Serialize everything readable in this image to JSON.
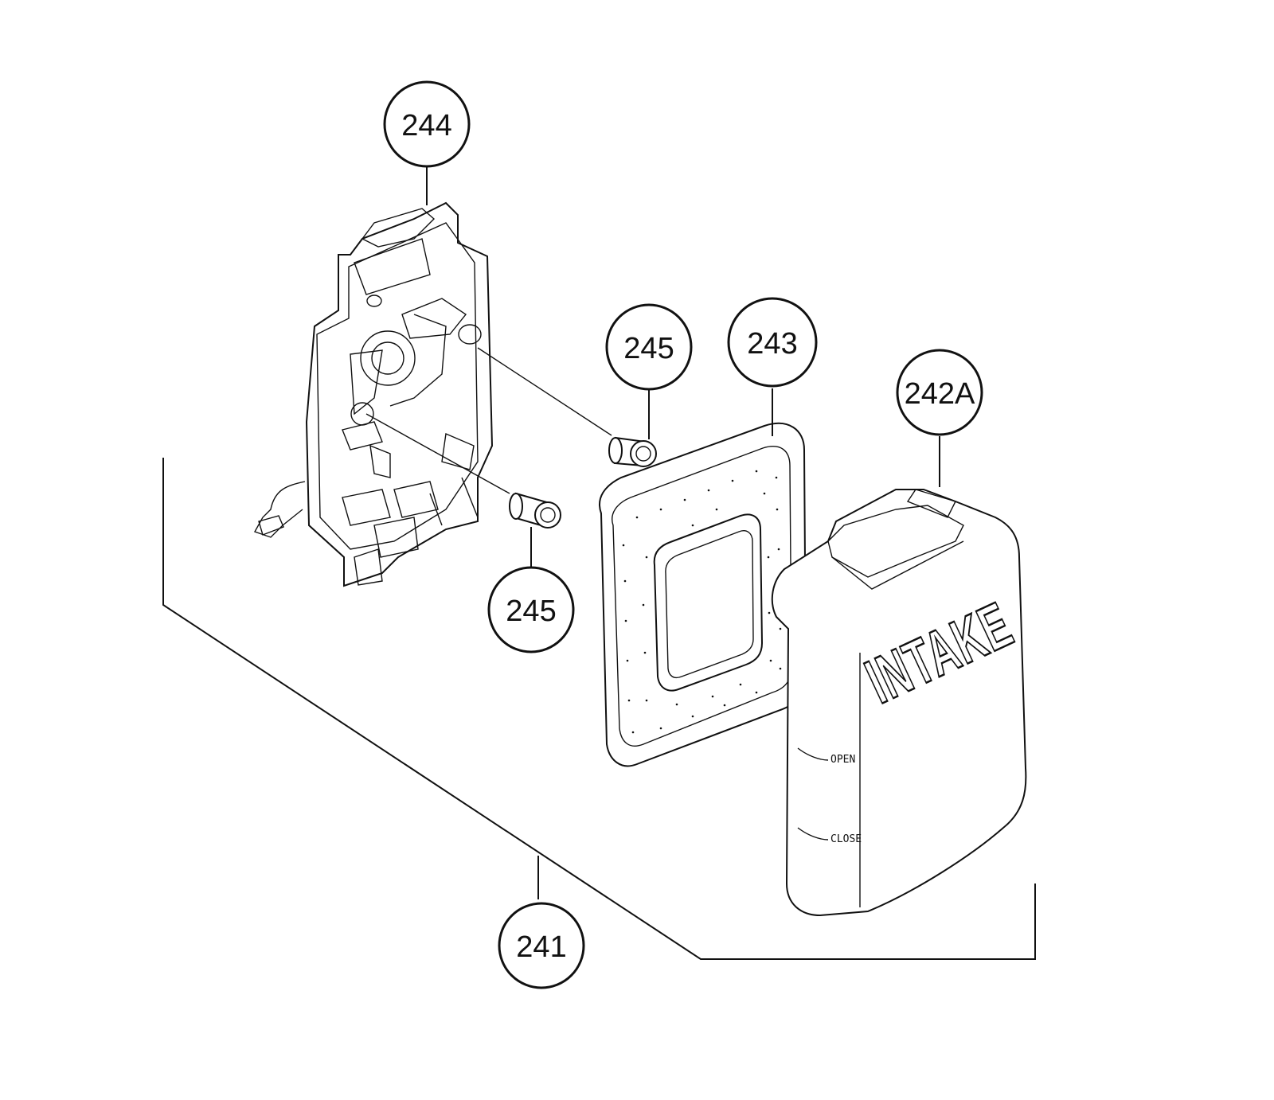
{
  "callouts": [
    {
      "id": "244",
      "label": "244"
    },
    {
      "id": "245a",
      "label": "245"
    },
    {
      "id": "243",
      "label": "243"
    },
    {
      "id": "242A",
      "label": "242A"
    },
    {
      "id": "245b",
      "label": "245"
    },
    {
      "id": "241",
      "label": "241"
    }
  ],
  "cover": {
    "main_text": "INTAKE",
    "open_label": "OPEN",
    "close_label": "CLOSE"
  }
}
